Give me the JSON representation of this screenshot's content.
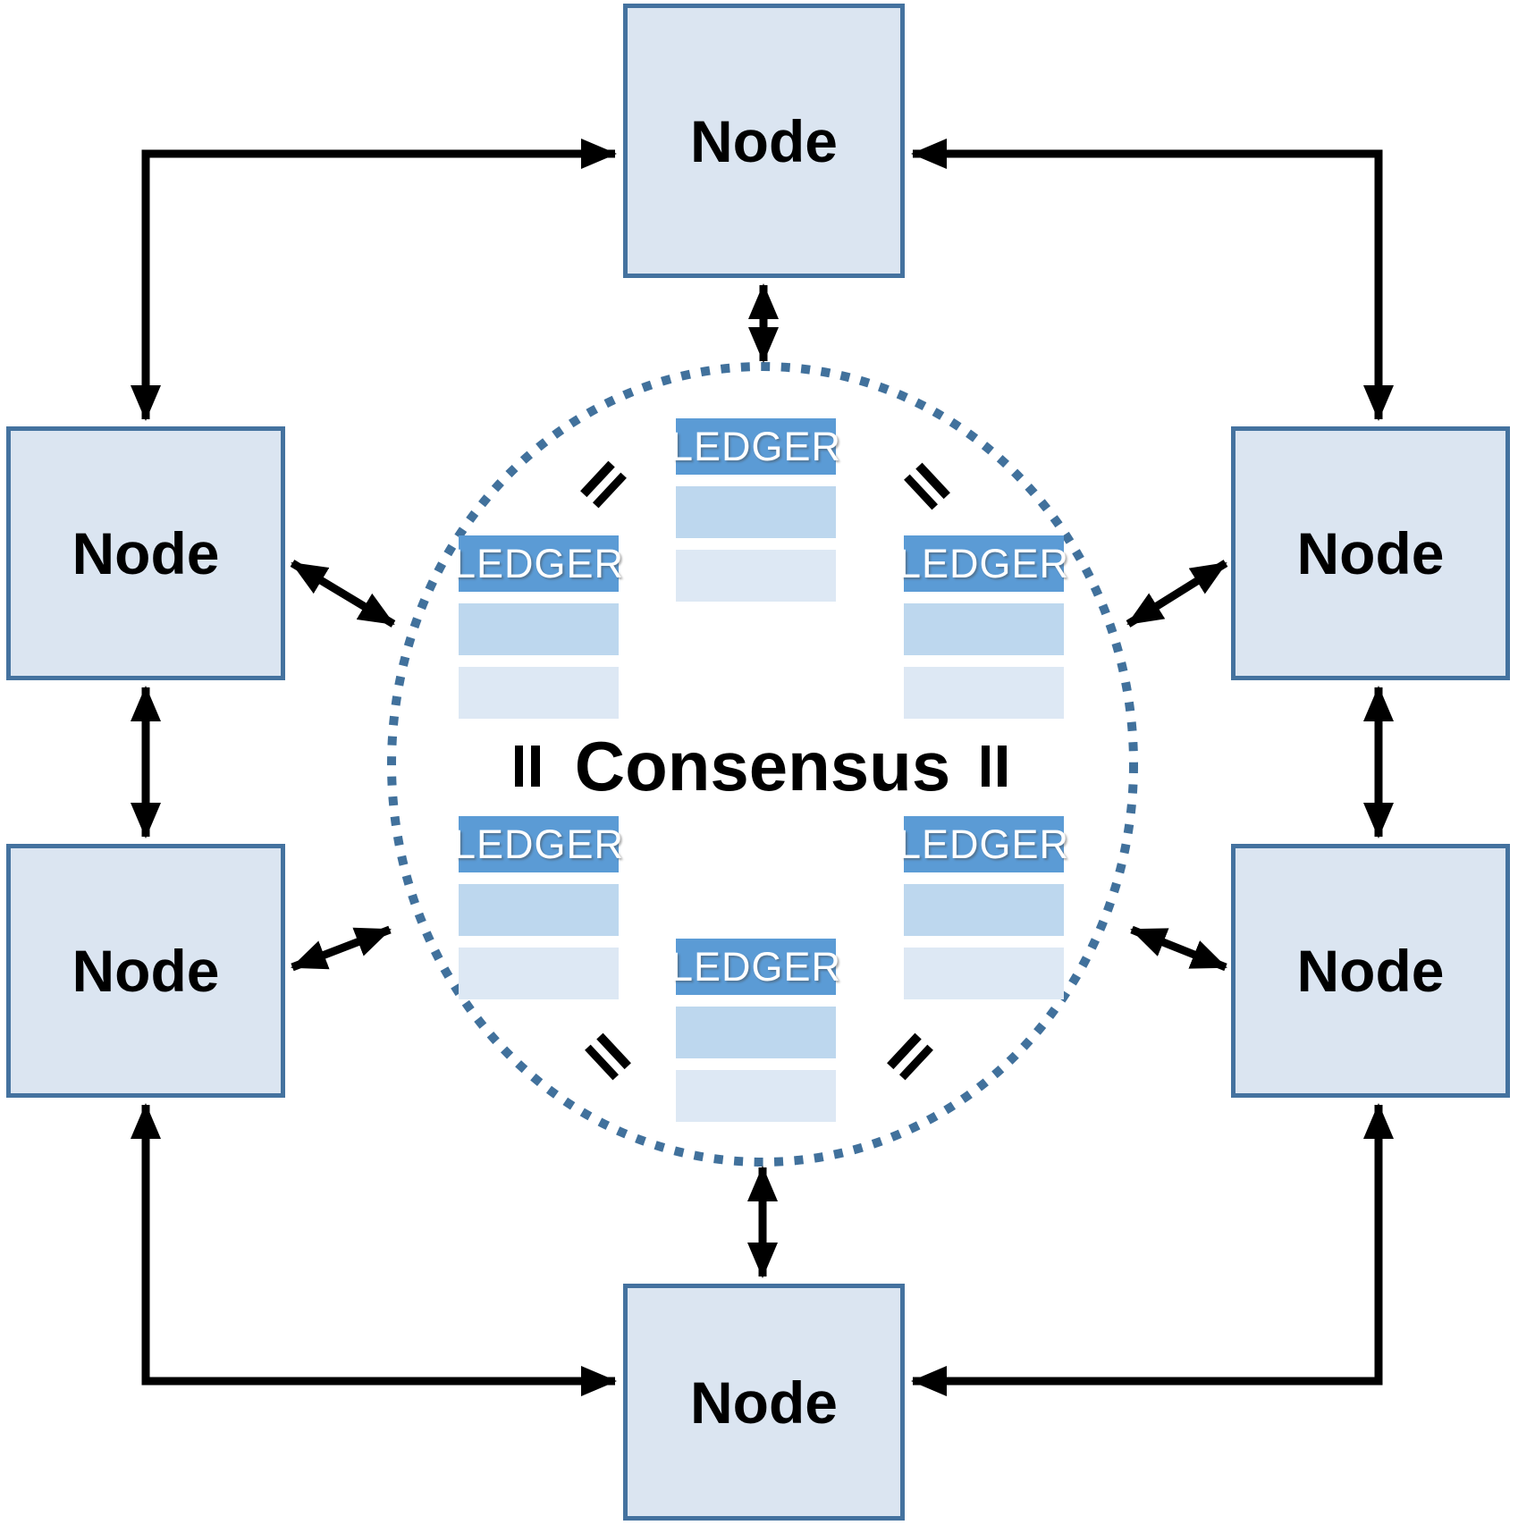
{
  "labels": {
    "consensus": "Consensus",
    "equals_symbol": "="
  },
  "nodes": [
    {
      "id": "top",
      "label": "Node"
    },
    {
      "id": "upper-left",
      "label": "Node"
    },
    {
      "id": "upper-right",
      "label": "Node"
    },
    {
      "id": "lower-left",
      "label": "Node"
    },
    {
      "id": "lower-right",
      "label": "Node"
    },
    {
      "id": "bottom",
      "label": "Node"
    }
  ],
  "ledgers": [
    {
      "id": "top",
      "label": "LEDGER"
    },
    {
      "id": "upper-left",
      "label": "LEDGER"
    },
    {
      "id": "upper-right",
      "label": "LEDGER"
    },
    {
      "id": "lower-left",
      "label": "LEDGER"
    },
    {
      "id": "lower-right",
      "label": "LEDGER"
    },
    {
      "id": "bottom",
      "label": "LEDGER"
    }
  ],
  "colors": {
    "node_fill": "#dbe5f1",
    "node_border": "#44729f",
    "ledger_header": "#5b9bd5",
    "ledger_row1": "#bdd7ee",
    "ledger_row2": "#dde8f4",
    "circle_dots": "#41719c",
    "arrows": "#000000",
    "consensus_text": "#000000",
    "ledger_text": "#ffffff",
    "node_text": "#000000"
  }
}
